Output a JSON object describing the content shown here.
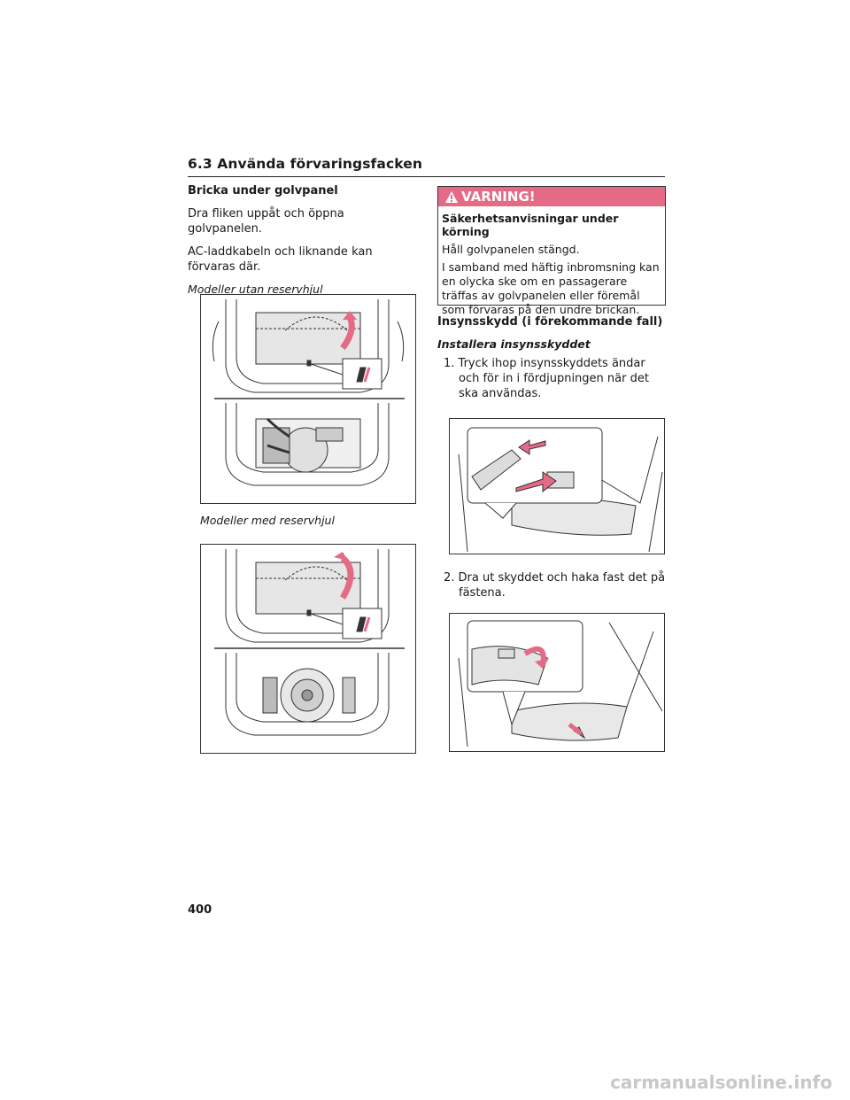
{
  "header": {
    "section_title": "6.3 Använda förvaringsfacken"
  },
  "left": {
    "heading": "Bricka under golvpanel",
    "para1": "Dra fliken uppåt och öppna golvpanelen.",
    "para2": "AC-laddkabeln och liknande kan förvaras där.",
    "caption1": "Modeller utan reservhjul",
    "caption2": "Modeller med reservhjul"
  },
  "warning": {
    "label": "VARNING!",
    "title": "Säkerhetsanvisningar under körning",
    "line1": "Håll golvpanelen stängd.",
    "line2": "I samband med häftig inbromsning kan en olycka ske om en passagerare träffas av golvpanelen eller föremål som förvaras på den undre brickan."
  },
  "right": {
    "heading": "Insynsskydd (i förekommande fall)",
    "subheading": "Installera insynsskyddet",
    "step1": "1. Tryck ihop insynsskyddets ändar och för in i fördjupningen när det ska användas.",
    "step2": "2. Dra ut skyddet och haka fast det på fästena."
  },
  "footer": {
    "page_number": "400",
    "watermark": "carmanualsonline.info"
  },
  "colors": {
    "accent_pink": "#e46a86",
    "text": "#1a1a1a"
  }
}
